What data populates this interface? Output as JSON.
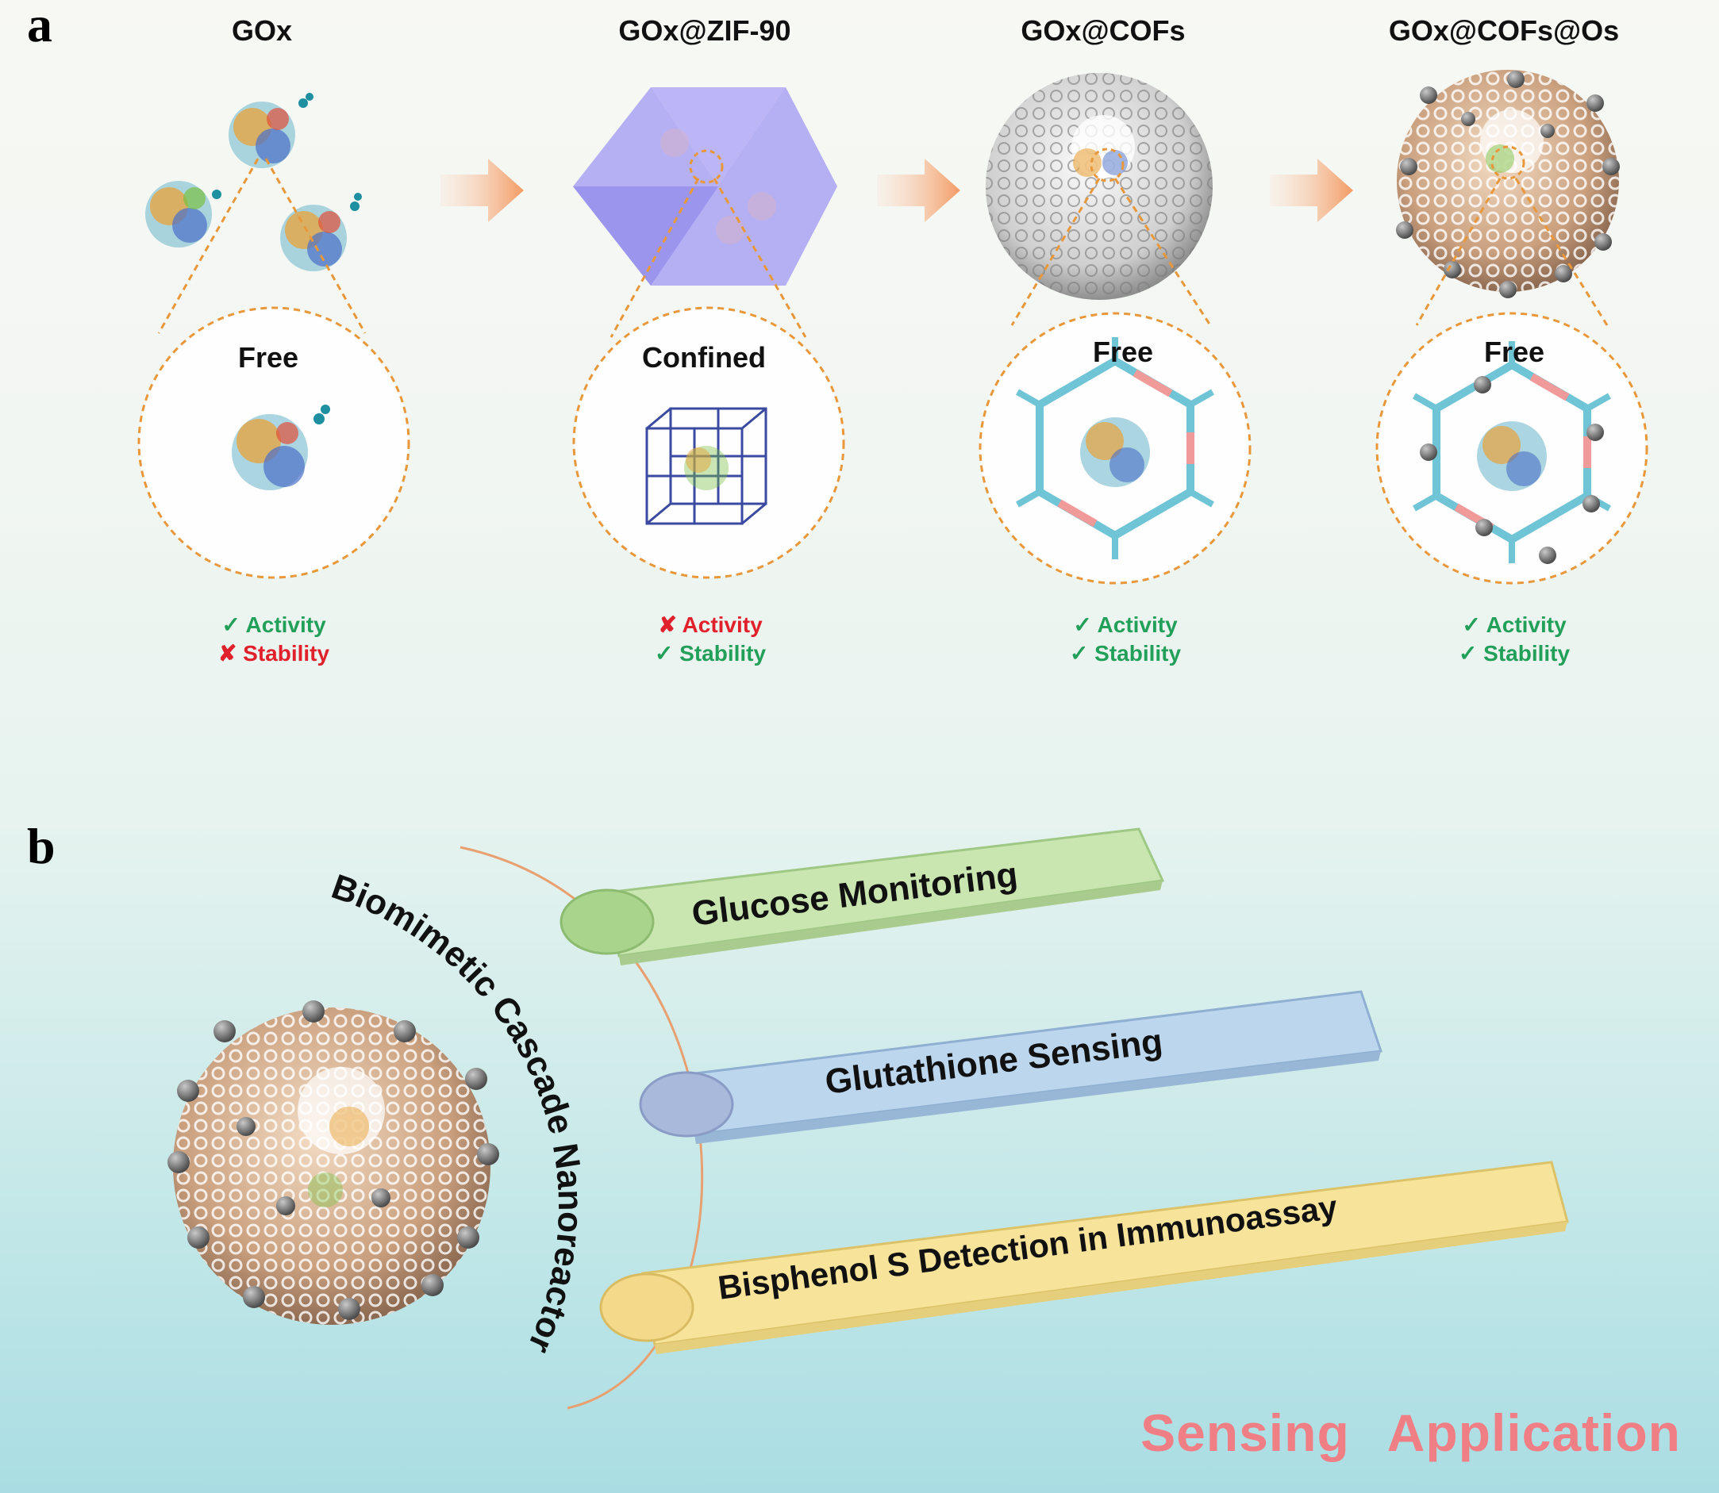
{
  "panel_a": {
    "letter": "a",
    "stages": [
      {
        "title": "GOx",
        "inset_label": "Free",
        "activity": {
          "mark": "✓",
          "label": "Activity",
          "ok": true
        },
        "stability": {
          "mark": "✘",
          "label": "Stability",
          "ok": false
        }
      },
      {
        "title": "GOx@ZIF-90",
        "inset_label": "Confined",
        "activity": {
          "mark": "✘",
          "label": "Activity",
          "ok": false
        },
        "stability": {
          "mark": "✓",
          "label": "Stability",
          "ok": true
        }
      },
      {
        "title": "GOx@COFs",
        "inset_label": "Free",
        "activity": {
          "mark": "✓",
          "label": "Activity",
          "ok": true
        },
        "stability": {
          "mark": "✓",
          "label": "Stability",
          "ok": true
        }
      },
      {
        "title": "GOx@COFs@Os",
        "inset_label": "Free",
        "activity": {
          "mark": "✓",
          "label": "Activity",
          "ok": true
        },
        "stability": {
          "mark": "✓",
          "label": "Stability",
          "ok": true
        }
      }
    ]
  },
  "panel_b": {
    "letter": "b",
    "arc_text": "Biomimetic Cascade Nanoreactor",
    "applications": [
      {
        "label": "Glucose Monitoring",
        "color": "#c9e6b0",
        "cap": "#a8d48c"
      },
      {
        "label": "Glutathione Sensing",
        "color": "#bcd6ee",
        "cap": "#a9b9dc"
      },
      {
        "label": "Bisphenol S Detection in Immunoassay",
        "color": "#f7e49a",
        "cap": "#f5d98a"
      }
    ],
    "footer": "Sensing Application"
  },
  "colors": {
    "check": "#22a05a",
    "cross": "#e0202a",
    "arrow": "#f4a373",
    "dashed_orange": "#e8983a",
    "footer_text": "#f07f85"
  }
}
